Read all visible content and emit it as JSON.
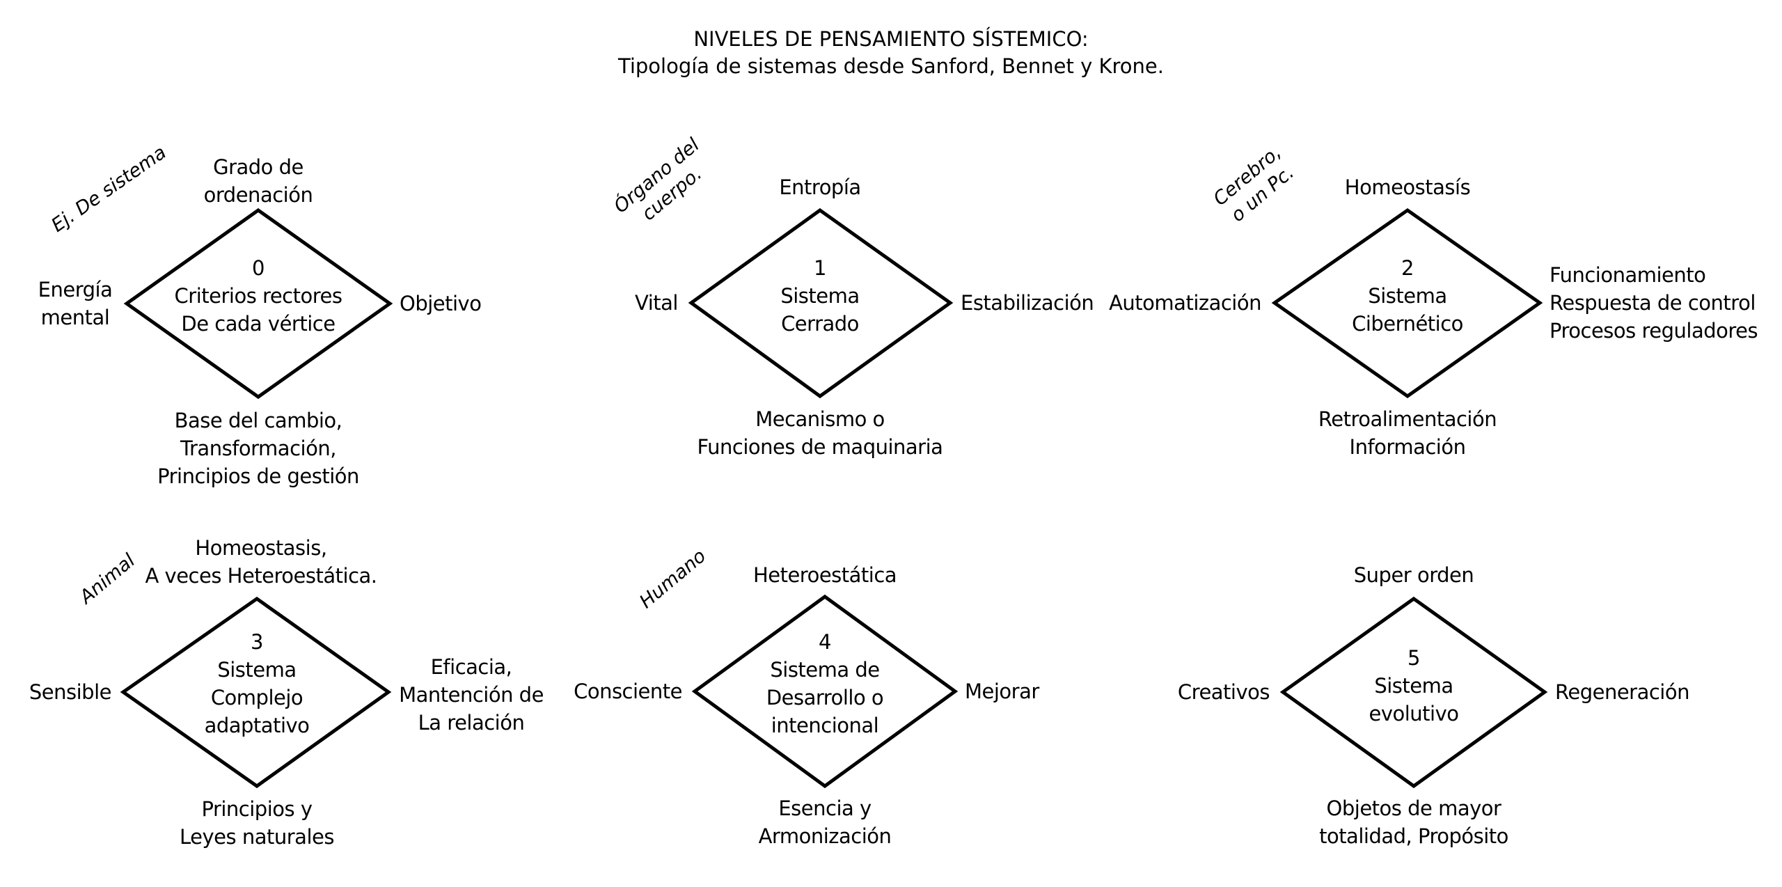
{
  "title": {
    "line1": "NIVELES DE PENSAMIENTO SÍSTEMICO:",
    "line2": "Tipología de sistemas desde Sanford, Bennet y Krone."
  },
  "diamonds": [
    {
      "example": "Ej. De sistema",
      "center": "0\nCriterios rectores\nDe cada vértice",
      "top": "Grado de\nordenación",
      "left": "Energía\nmental",
      "right": "Objetivo",
      "bottom": "Base del cambio,\nTransformación,\nPrincipios de gestión"
    },
    {
      "example": "Órgano del\ncuerpo.",
      "center": "1\nSistema\nCerrado",
      "top": "Entropía",
      "left": "Vital",
      "right": "Estabilización",
      "bottom": "Mecanismo o\nFunciones de maquinaria"
    },
    {
      "example": "Cerebro,\no un Pc.",
      "center": "2\nSistema\nCibernético",
      "top": "Homeostasís",
      "left": "Automatización",
      "right": "Funcionamiento\nRespuesta de control\nProcesos reguladores",
      "bottom": "Retroalimentación\nInformación"
    },
    {
      "example": "Animal",
      "center": "3\nSistema\nComplejo\nadaptativo",
      "top": "Homeostasis,\nA veces Heteroestática.",
      "left": "Sensible",
      "right": "Eficacia,\nMantención de\nLa relación",
      "bottom": "Principios y\nLeyes naturales"
    },
    {
      "example": "Humano",
      "center": "4\nSistema de\nDesarrollo o\nintencional",
      "top": "Heteroestática",
      "left": "Consciente",
      "right": "Mejorar",
      "bottom": "Esencia y\nArmonización"
    },
    {
      "center": "5\nSistema\nevolutivo",
      "top": "Super orden",
      "left": "Creativos",
      "right": "Regeneración",
      "bottom": "Objetos de mayor\ntotalidad, Propósito"
    }
  ]
}
